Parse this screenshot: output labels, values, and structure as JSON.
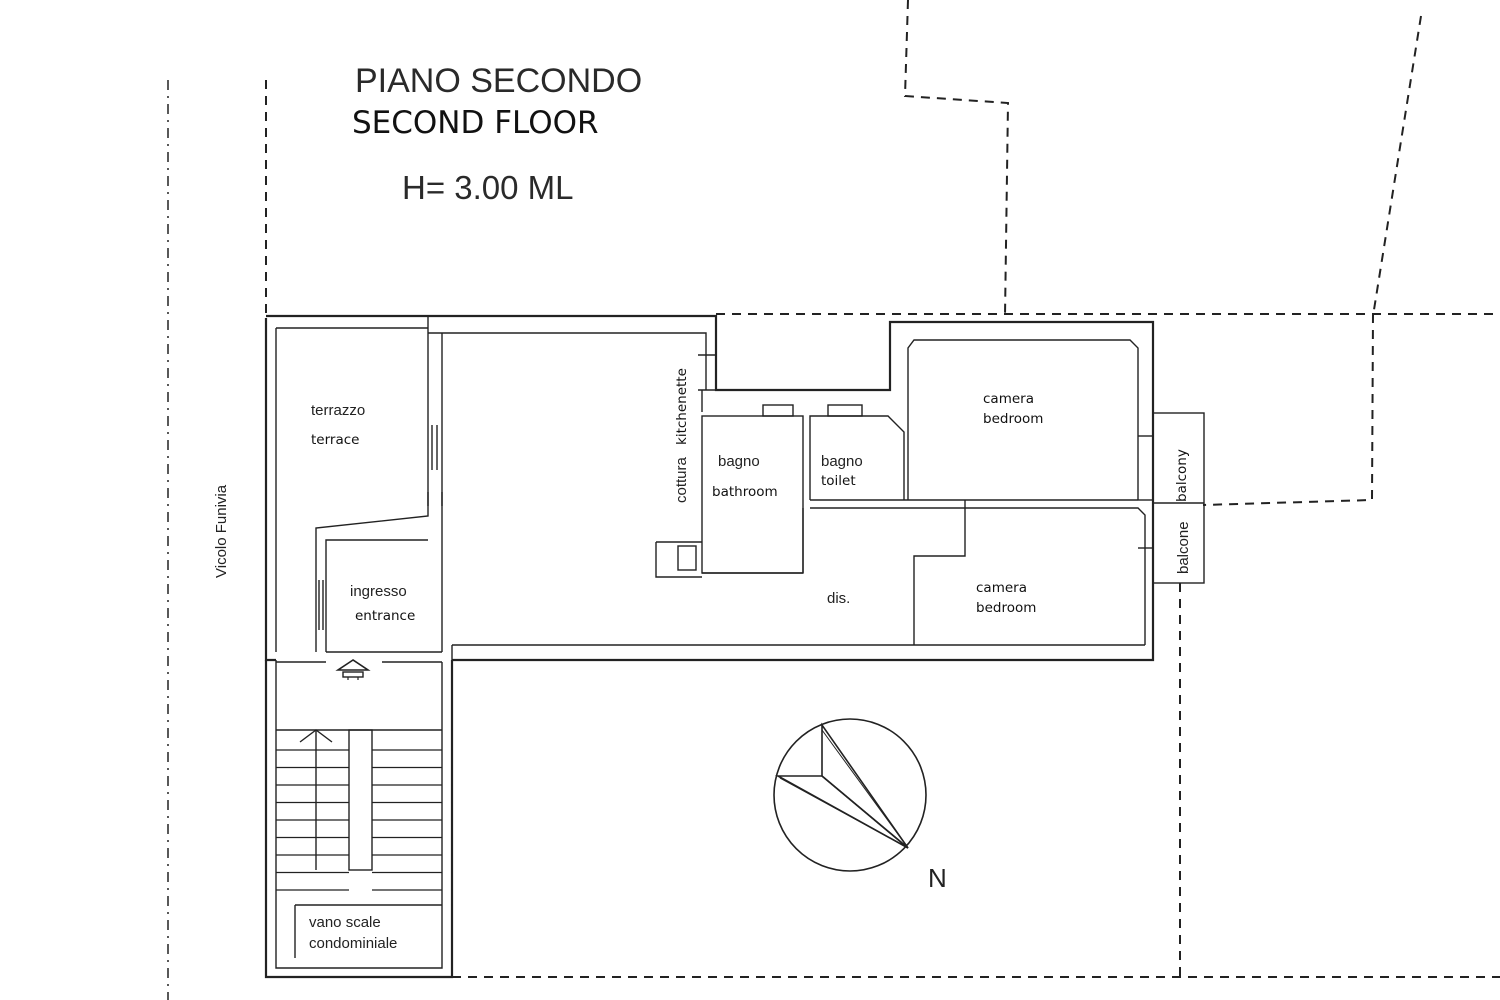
{
  "title_it": "PIANO SECONDO",
  "title_en": "SECOND FLOOR",
  "height_label": "H= 3.00 ML",
  "street_label": "Vicolo Funivia",
  "compass_label": "N",
  "rooms": {
    "terrace": {
      "it": "terrazzo",
      "en": "terrace"
    },
    "kitchenette": {
      "it": "cottura",
      "en": "kitchenette"
    },
    "bathroom": {
      "it": "bagno",
      "en": "bathroom"
    },
    "toilet": {
      "it": "bagno",
      "en": "toilet"
    },
    "bedroom1": {
      "it": "camera",
      "en": "bedroom"
    },
    "balcony": {
      "it": "balcone",
      "en": "balcony"
    },
    "entrance": {
      "it": "ingresso",
      "en": "entrance"
    },
    "hall": {
      "it": "dis."
    },
    "bedroom2": {
      "it": "camera",
      "en": "bedroom"
    },
    "stairwell": {
      "line1": "vano scale",
      "line2": "condominiale"
    }
  }
}
